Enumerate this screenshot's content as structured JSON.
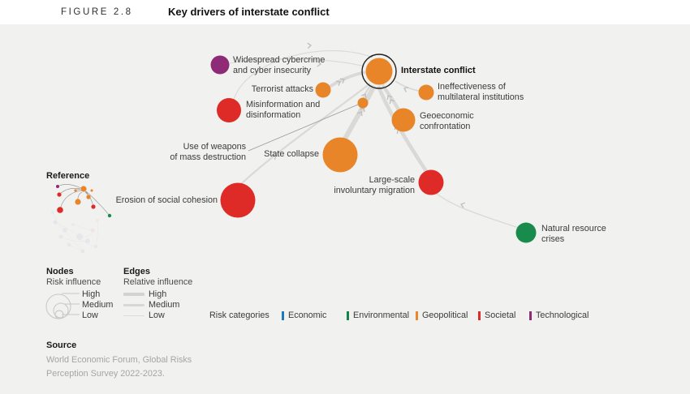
{
  "header": {
    "figure_number": "FIGURE 2.8",
    "title": "Key drivers of interstate conflict"
  },
  "network": {
    "center": {
      "label": "Interstate conflict",
      "category": "Geopolitical"
    },
    "nodes": [
      {
        "label": "Widespread cybercrime\nand cyber insecurity",
        "category": "Technological",
        "influence": "Medium"
      },
      {
        "label": "Terrorist attacks",
        "category": "Geopolitical",
        "influence": "Low"
      },
      {
        "label": "Misinformation and\ndisinformation",
        "category": "Societal",
        "influence": "Medium"
      },
      {
        "label": "Use of weapons\nof mass destruction",
        "category": "Geopolitical",
        "influence": "Low"
      },
      {
        "label": "State collapse",
        "category": "Geopolitical",
        "influence": "High"
      },
      {
        "label": "Geoeconomic\nconfrontation",
        "category": "Geopolitical",
        "influence": "Medium"
      },
      {
        "label": "Ineffectiveness of\nmultilateral institutions",
        "category": "Geopolitical",
        "influence": "Low"
      },
      {
        "label": "Large-scale\ninvoluntary migration",
        "category": "Societal",
        "influence": "Medium"
      },
      {
        "label": "Erosion of social cohesion",
        "category": "Societal",
        "influence": "High"
      },
      {
        "label": "Natural resource\ncrises",
        "category": "Environmental",
        "influence": "Low"
      }
    ],
    "edges": [
      {
        "from": "Widespread cybercrime and cyber insecurity",
        "to": "Interstate conflict",
        "influence": "Low"
      },
      {
        "from": "Misinformation and disinformation",
        "to": "Interstate conflict",
        "influence": "Low"
      },
      {
        "from": "Terrorist attacks",
        "to": "Interstate conflict",
        "influence": "High"
      },
      {
        "from": "Ineffectiveness of multilateral institutions",
        "to": "Interstate conflict",
        "influence": "Medium"
      },
      {
        "from": "Use of weapons of mass destruction",
        "to": "Interstate conflict",
        "influence": "Medium"
      },
      {
        "from": "Geoeconomic confrontation",
        "to": "Interstate conflict",
        "influence": "High"
      },
      {
        "from": "State collapse",
        "to": "Interstate conflict",
        "influence": "High"
      },
      {
        "from": "Large-scale involuntary migration",
        "to": "Interstate conflict",
        "influence": "High"
      },
      {
        "from": "Erosion of social cohesion",
        "to": "Interstate conflict",
        "influence": "Medium"
      },
      {
        "from": "Natural resource crises",
        "to": "Large-scale involuntary migration",
        "influence": "Low"
      }
    ]
  },
  "reference": {
    "label": "Reference"
  },
  "legend": {
    "nodes": {
      "title": "Nodes",
      "subtitle": "Risk influence",
      "items": [
        "High",
        "Medium",
        "Low"
      ]
    },
    "edges": {
      "title": "Edges",
      "subtitle": "Relative influence",
      "items": [
        "High",
        "Medium",
        "Low"
      ]
    },
    "categories": {
      "title": "Risk categories",
      "items": [
        {
          "label": "Economic",
          "color": "#2079BF"
        },
        {
          "label": "Environmental",
          "color": "#168449"
        },
        {
          "label": "Geopolitical",
          "color": "#E8872B"
        },
        {
          "label": "Societal",
          "color": "#DD2C26"
        },
        {
          "label": "Technological",
          "color": "#8F2B76"
        }
      ]
    }
  },
  "source": {
    "title": "Source",
    "text": "World Economic Forum, Global Risks\nPerception Survey 2022-2023."
  },
  "colors": {
    "background": "#F1F1EF",
    "edge": "#D9D9D7",
    "arrow": "#BEBEBC",
    "geopolitical": "#E78528",
    "societal": "#DE2B27",
    "technological": "#8F2B76",
    "environmental": "#188B4D",
    "economic": "#2079BF"
  }
}
